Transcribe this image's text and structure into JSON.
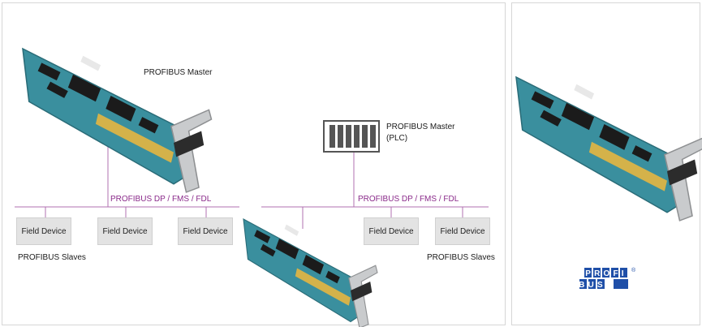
{
  "diagram": {
    "left_panel": {
      "master_top_label": "PROFIBUS Master",
      "bus_label_left": "PROFIBUS DP / FMS / FDL",
      "bus_label_right": "PROFIBUS DP / FMS / FDL",
      "plc_label_line1": "PROFIBUS Master",
      "plc_label_line2": "(PLC)",
      "field_devices": [
        "Field Device",
        "Field Device",
        "Field Device",
        "Field Device",
        "Field Device"
      ],
      "slaves_label_left": "PROFIBUS Slaves",
      "slaves_label_right": "PROFIBUS Slaves"
    },
    "right_panel": {
      "logo": {
        "text_top": "PROFI",
        "text_bottom": "BUS",
        "registered": "®"
      }
    },
    "colors": {
      "bus_line": "#b070b0",
      "bus_text": "#8a2a8a",
      "card_pcb": "#3a8f9e",
      "logo_blue": "#1f4fa8"
    },
    "icons": [
      "pci-card-image",
      "plc-icon",
      "profibus-logo"
    ]
  }
}
